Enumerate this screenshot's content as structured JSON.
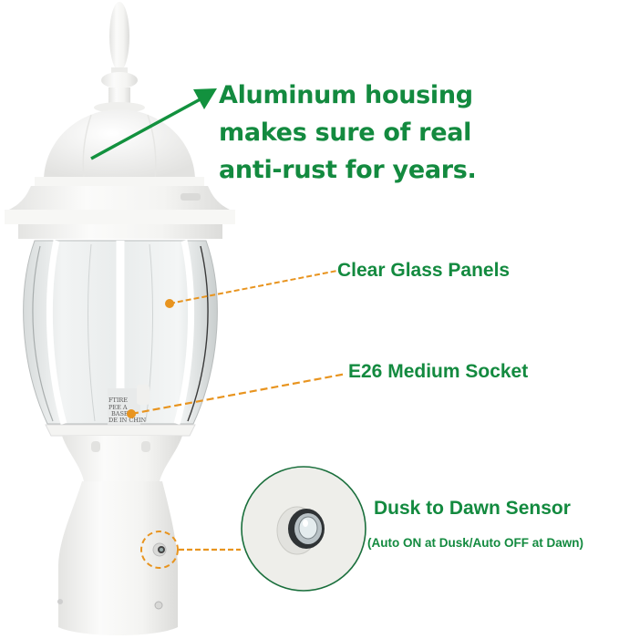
{
  "product": {
    "name": "post-lantern-outdoor-light",
    "finish_color": "#f4f4f2"
  },
  "headline": {
    "lines": [
      "Aluminum housing",
      "makes sure of real",
      "anti-rust for years."
    ]
  },
  "callouts": [
    {
      "id": "glass",
      "label": "Clear Glass Panels"
    },
    {
      "id": "socket",
      "label": "E26 Medium Socket"
    },
    {
      "id": "sensor",
      "label": "Dusk to Dawn Sensor",
      "sublabel": "(Auto ON at Dusk/Auto OFF at Dawn)"
    }
  ],
  "colors": {
    "text_green": "#138a3f",
    "arrow_green": "#12913e",
    "leader_orange": "#e8941f",
    "background": "#ffffff"
  },
  "socket_label_text": [
    "FTIRE",
    "PEE A",
    "BASE",
    "DE IN CHIN"
  ],
  "icons": {
    "pointer-arrow": "arrow-up-right",
    "leader-dot": "circle",
    "sensor-magnifier": "circle-zoom"
  }
}
